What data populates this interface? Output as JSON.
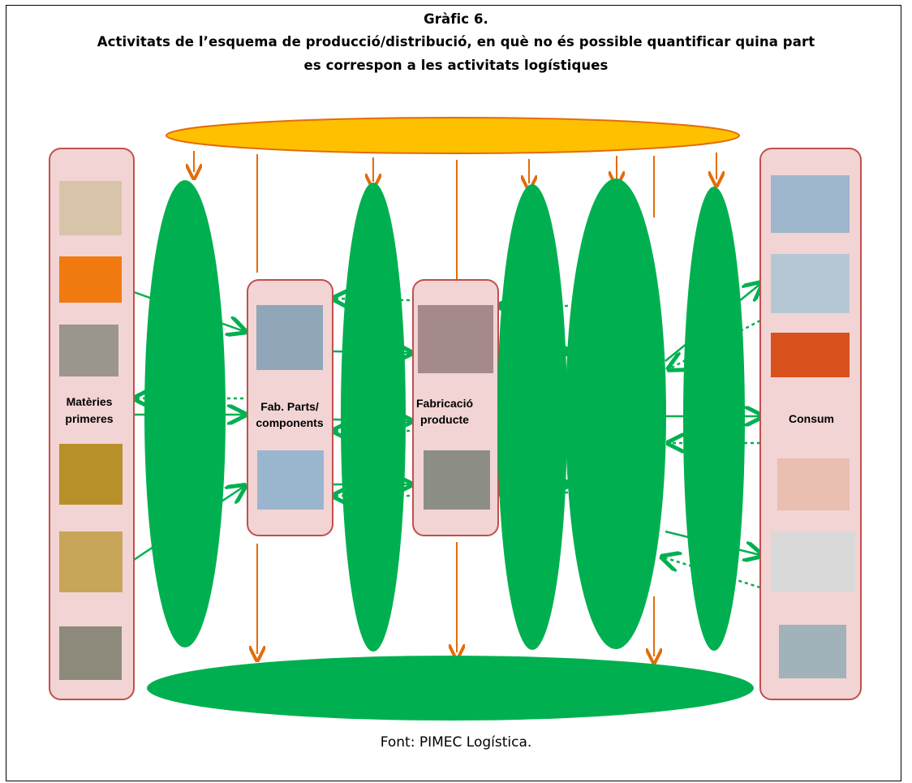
{
  "figure": {
    "title_line1": "Gràfic 6.",
    "title_line2": "Activitats de l’esquema de producció/distribució, en què no és possible quantificar quina part",
    "title_line3": "es correspon a les activitats logístiques",
    "source": "Font: PIMEC Logística."
  },
  "boxes": {
    "raw_materials": {
      "label_line1": "Matèries",
      "label_line2": "primeres"
    },
    "parts": {
      "label_line1": "Fab. Parts/",
      "label_line2": "components"
    },
    "manufacturing": {
      "label_line1": "Fabricació",
      "label_line2": "producte"
    },
    "consumption": {
      "label_line1": "Consum"
    }
  },
  "colors": {
    "top_ellipse": "#ffc000",
    "green_ellipse": "#00b050",
    "arrow_orange": "#e36c09",
    "box_fill": "#f2d4d4",
    "box_border": "#c0504d",
    "arrow_green": "#00b050"
  }
}
